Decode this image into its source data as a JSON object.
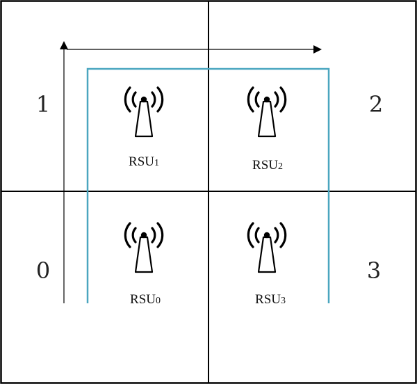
{
  "colors": {
    "grid": "#000000",
    "route": "#4aa6bf",
    "arrow": "#000000",
    "icon": "#000000"
  },
  "zones": [
    {
      "id": "zone-1",
      "label": "1"
    },
    {
      "id": "zone-2",
      "label": "2"
    },
    {
      "id": "zone-0",
      "label": "0"
    },
    {
      "id": "zone-3",
      "label": "3"
    }
  ],
  "rsus": [
    {
      "id": "rsu-1",
      "base": "RSU",
      "sub": "1",
      "icon": "antenna-tower-icon"
    },
    {
      "id": "rsu-2",
      "base": "RSU",
      "sub": "2",
      "icon": "antenna-tower-icon"
    },
    {
      "id": "rsu-0",
      "base": "RSU",
      "sub": "0",
      "icon": "antenna-tower-icon"
    },
    {
      "id": "rsu-3",
      "base": "RSU",
      "sub": "3",
      "icon": "antenna-tower-icon"
    }
  ]
}
